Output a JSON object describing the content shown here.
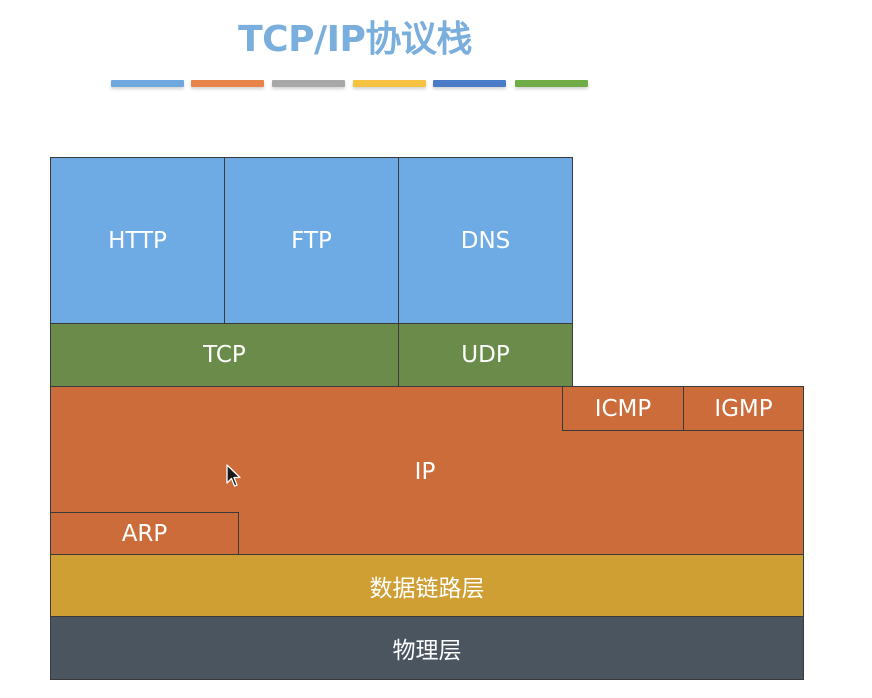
{
  "diagram": {
    "title": "TCP/IP协议栈",
    "color_bars": [
      {
        "name": "light-blue",
        "color": "#6fa8dc"
      },
      {
        "name": "orange",
        "color": "#e8844a"
      },
      {
        "name": "gray",
        "color": "#a8a8a8"
      },
      {
        "name": "yellow",
        "color": "#f5c242"
      },
      {
        "name": "blue",
        "color": "#4a7bc8"
      },
      {
        "name": "green",
        "color": "#70ad47"
      }
    ],
    "application_layer": {
      "http": "HTTP",
      "ftp": "FTP",
      "dns": "DNS"
    },
    "transport_layer": {
      "tcp": "TCP",
      "udp": "UDP"
    },
    "network_layer": {
      "ip": "IP",
      "icmp": "ICMP",
      "igmp": "IGMP",
      "arp": "ARP"
    },
    "data_link_layer": "数据链路层",
    "physical_layer": "物理层",
    "colors": {
      "application": "#6eaae3",
      "transport": "#6a8b49",
      "network": "#cc6c3a",
      "data_link": "#cf9f34",
      "physical": "#4b5560",
      "title": "#7aaedc"
    }
  }
}
